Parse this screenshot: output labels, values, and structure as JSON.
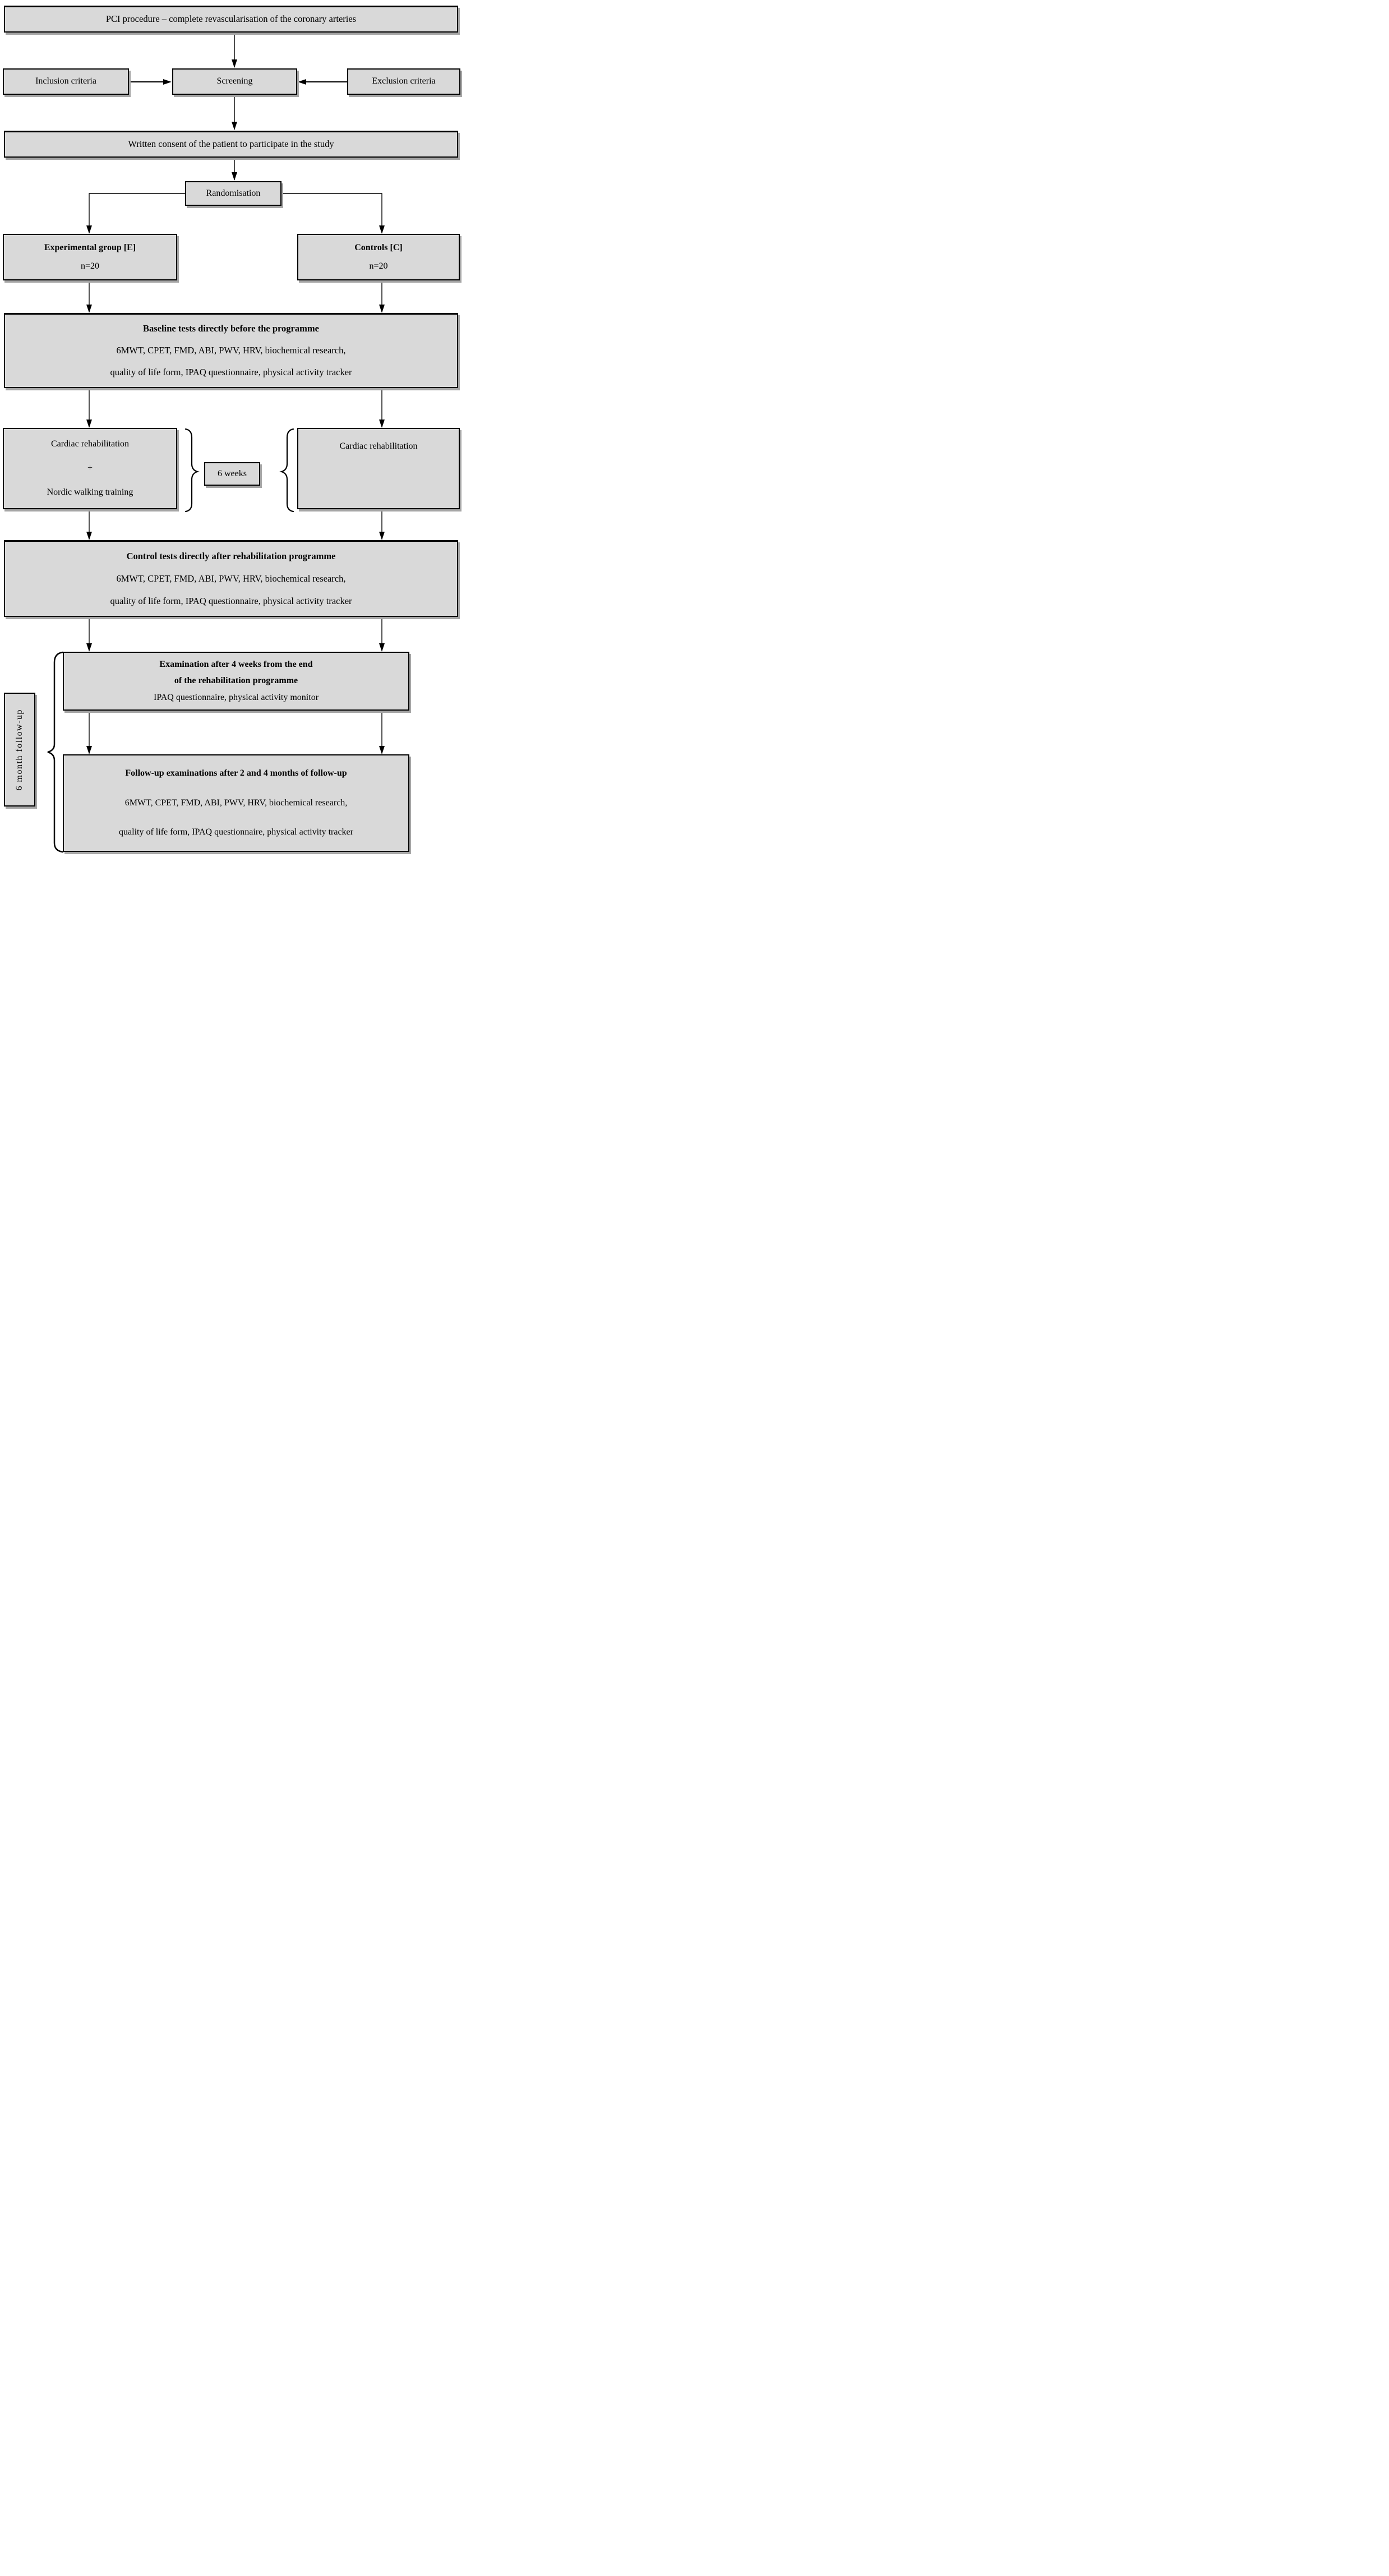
{
  "diagram": {
    "colors": {
      "box_fill": "#d9d9d9",
      "border": "#000000",
      "shadow": "#a6a6a6",
      "background": "#ffffff"
    },
    "nodes": {
      "pci": {
        "text": "PCI procedure – complete revascularisation of the coronary arteries"
      },
      "inclusion": {
        "text": "Inclusion criteria"
      },
      "screening": {
        "text": "Screening"
      },
      "exclusion": {
        "text": "Exclusion criteria"
      },
      "consent": {
        "text": "Written consent of the patient to participate in the study"
      },
      "randomisation": {
        "text": "Randomisation"
      },
      "experimental": {
        "title": "Experimental group [E]",
        "n": "n=20"
      },
      "controls": {
        "title": "Controls [C]",
        "n": "n=20"
      },
      "baseline": {
        "title": "Baseline tests directly before the programme",
        "line1": "6MWT, CPET, FMD, ABI, PWV, HRV, biochemical research,",
        "line2": "quality of life form, IPAQ questionnaire, physical activity tracker"
      },
      "cardiac_experimental": {
        "line1": "Cardiac rehabilitation",
        "plus": "+",
        "line2": "Nordic walking training"
      },
      "duration": {
        "text": "6 weeks"
      },
      "cardiac_controls": {
        "text": "Cardiac rehabilitation"
      },
      "control_tests": {
        "title": "Control tests directly after rehabilitation programme",
        "line1": "6MWT, CPET, FMD, ABI, PWV, HRV, biochemical research,",
        "line2": "quality of life form, IPAQ questionnaire, physical activity tracker"
      },
      "examination": {
        "title1": "Examination after 4 weeks from the end",
        "title2": "of the rehabilitation programme",
        "line1": "IPAQ questionnaire, physical activity monitor"
      },
      "followup": {
        "title": "Follow-up examinations after 2 and 4 months of follow-up",
        "line1": "6MWT, CPET, FMD, ABI, PWV, HRV, biochemical research,",
        "line2": "quality of life form, IPAQ questionnaire, physical activity tracker"
      },
      "followup_label": {
        "text": "6 month follow-up"
      }
    }
  }
}
